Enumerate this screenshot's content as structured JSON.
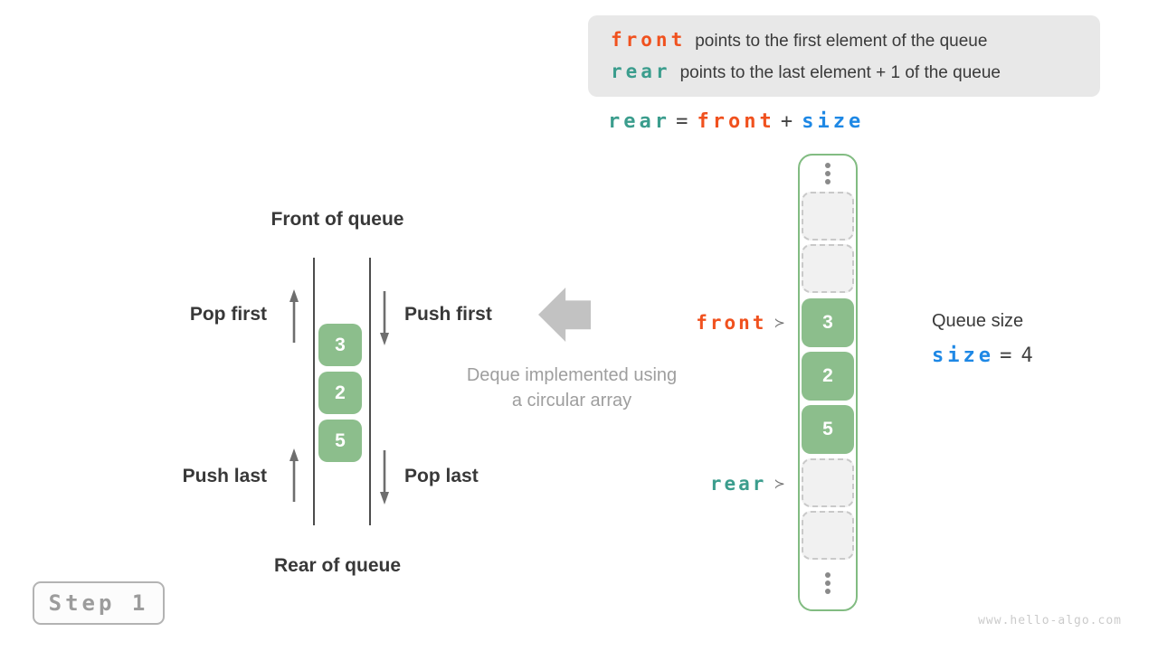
{
  "info_box": {
    "line1": {
      "keyword": "front",
      "text": "points to the first element of the queue"
    },
    "line2": {
      "keyword": "rear",
      "text": "points to the last element + 1 of the queue"
    }
  },
  "formula": {
    "rear": "rear",
    "eq": "=",
    "front": "front",
    "plus": "+",
    "size": "size"
  },
  "deque": {
    "front_of_queue": "Front of queue",
    "rear_of_queue": "Rear of queue",
    "pop_first": "Pop first",
    "push_first": "Push first",
    "push_last": "Push last",
    "pop_last": "Pop last",
    "values": [
      "3",
      "2",
      "5"
    ],
    "caption_line1": "Deque implemented using",
    "caption_line2": "a circular array"
  },
  "array": {
    "front_pointer": "front",
    "rear_pointer": "rear",
    "pointer_symbol": "≻",
    "cells": [
      {
        "index": 0,
        "type": "ellipsis"
      },
      {
        "index": 1,
        "type": "empty"
      },
      {
        "index": 2,
        "type": "empty"
      },
      {
        "index": 3,
        "type": "value",
        "value": "3",
        "pointed_by": "front"
      },
      {
        "index": 4,
        "type": "value",
        "value": "2"
      },
      {
        "index": 5,
        "type": "value",
        "value": "5"
      },
      {
        "index": 6,
        "type": "empty",
        "pointed_by": "rear"
      },
      {
        "index": 7,
        "type": "empty"
      },
      {
        "index": 8,
        "type": "ellipsis"
      }
    ]
  },
  "queue_size": {
    "title": "Queue size",
    "var": "size",
    "eq": "=",
    "value": "4"
  },
  "step": {
    "label": "Step 1"
  },
  "watermark": "www.hello-algo.com",
  "colors": {
    "green_cell": "#8cbe8c",
    "front_orange": "#f0511e",
    "rear_teal": "#3b9d8d",
    "size_blue": "#1e88e5",
    "caption_gray": "#9e9e9e",
    "dark_text": "#3a3a3a",
    "info_box_bg": "#e8e8e8",
    "big_arrow_gray": "#c2c2c2"
  }
}
